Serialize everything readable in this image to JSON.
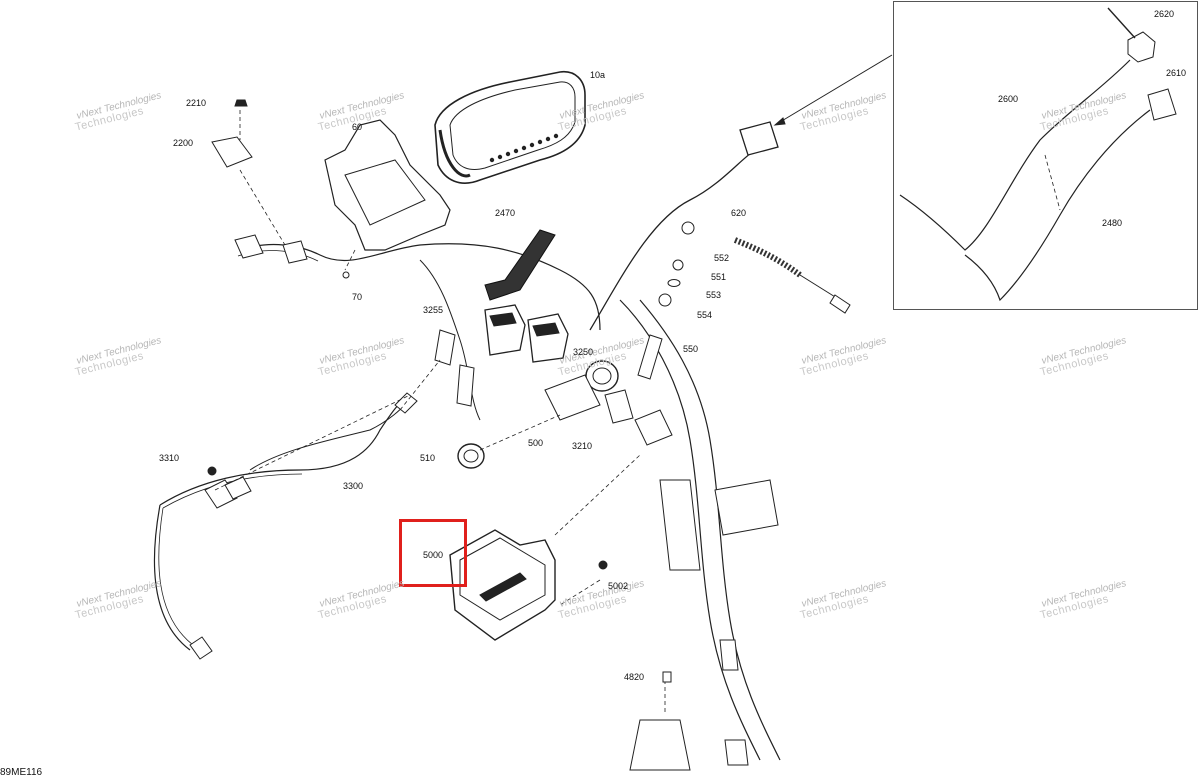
{
  "diagram": {
    "drawing_code": "89ME116",
    "highlighted_part": "5000",
    "watermark": {
      "line1": "vNext Technologies",
      "line2": "Technologies"
    },
    "callouts": [
      {
        "id": "c-10a",
        "text": "10a"
      },
      {
        "id": "c-2210",
        "text": "2210"
      },
      {
        "id": "c-2200",
        "text": "2200"
      },
      {
        "id": "c-60",
        "text": "60"
      },
      {
        "id": "c-70",
        "text": "70"
      },
      {
        "id": "c-2470",
        "text": "2470"
      },
      {
        "id": "c-620",
        "text": "620"
      },
      {
        "id": "c-552",
        "text": "552"
      },
      {
        "id": "c-551",
        "text": "551"
      },
      {
        "id": "c-553",
        "text": "553"
      },
      {
        "id": "c-554",
        "text": "554"
      },
      {
        "id": "c-550",
        "text": "550"
      },
      {
        "id": "c-3255",
        "text": "3255"
      },
      {
        "id": "c-3250",
        "text": "3250"
      },
      {
        "id": "c-500",
        "text": "500"
      },
      {
        "id": "c-3210",
        "text": "3210"
      },
      {
        "id": "c-510",
        "text": "510"
      },
      {
        "id": "c-3310",
        "text": "3310"
      },
      {
        "id": "c-3300",
        "text": "3300"
      },
      {
        "id": "c-5000",
        "text": "5000"
      },
      {
        "id": "c-5002",
        "text": "5002"
      },
      {
        "id": "c-4820",
        "text": "4820"
      },
      {
        "id": "c-2620",
        "text": "2620"
      },
      {
        "id": "c-2610",
        "text": "2610"
      },
      {
        "id": "c-2600",
        "text": "2600"
      },
      {
        "id": "c-2480",
        "text": "2480"
      }
    ]
  }
}
